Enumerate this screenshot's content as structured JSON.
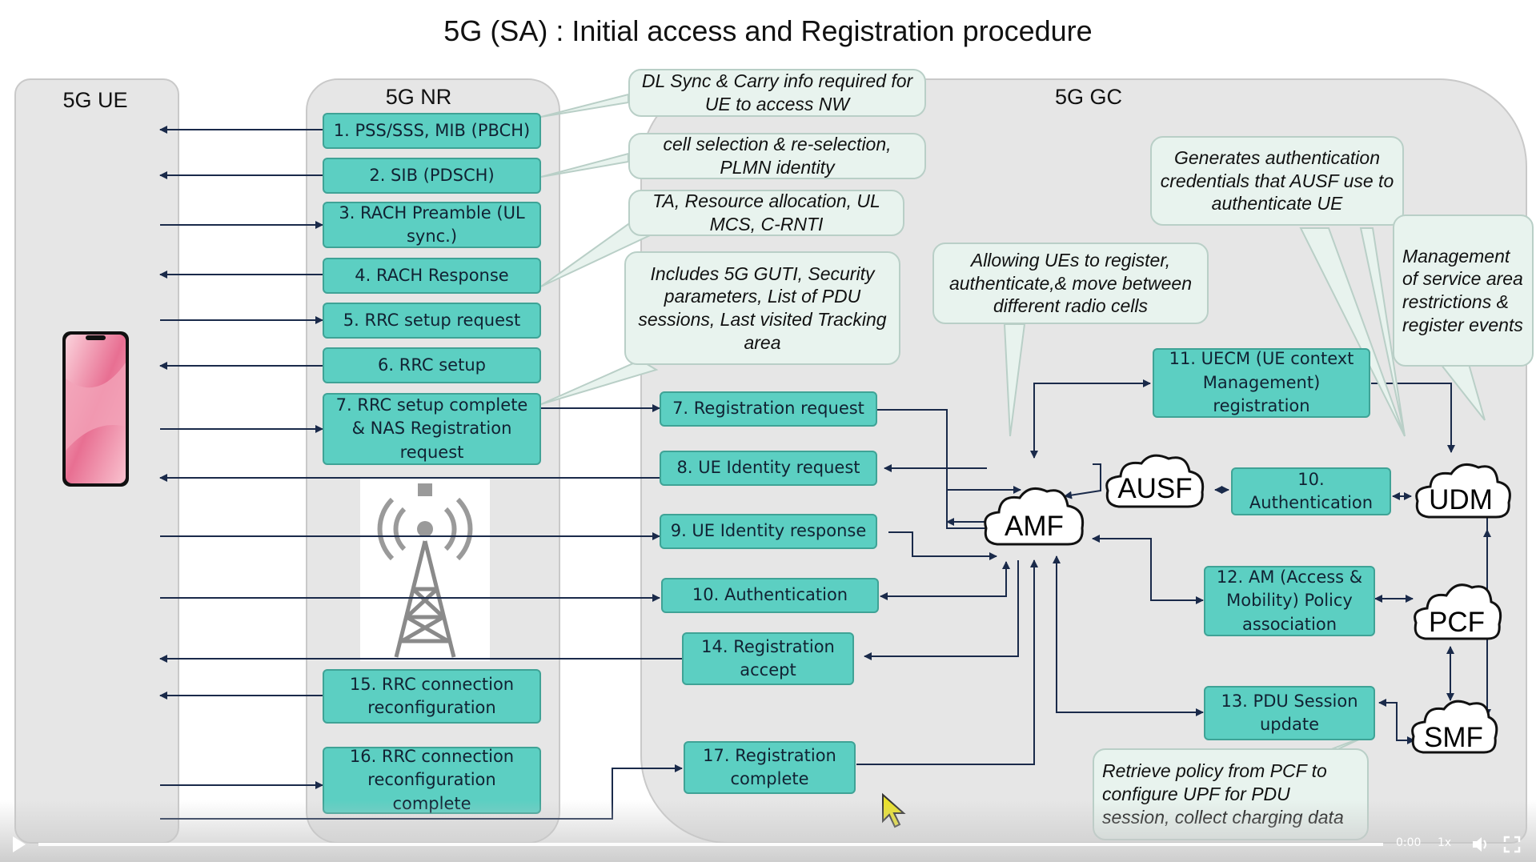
{
  "title": "5G (SA) : Initial access and Registration procedure",
  "lanes": {
    "ue": "5G UE",
    "nr": "5G NR",
    "gc": "5G GC"
  },
  "nr_steps": [
    "1. PSS/SSS, MIB (PBCH)",
    "2. SIB (PDSCH)",
    "3. RACH Preamble (UL sync.)",
    "4. RACH Response",
    "5. RRC setup request",
    "6. RRC setup",
    "7. RRC setup complete & NAS Registration request",
    "15. RRC connection reconfiguration",
    "16. RRC connection reconfiguration complete"
  ],
  "gc_steps": {
    "reg_request": "7. Registration request",
    "id_request": "8. UE Identity request",
    "id_response": "9. UE Identity response",
    "auth": "10. Authentication",
    "reg_accept": "14. Registration accept",
    "reg_complete": "17. Registration complete",
    "uecm": "11. UECM (UE context Management) registration",
    "auth_udm": "10. Authentication",
    "am_policy": "12. AM (Access & Mobility) Policy association",
    "pdu_update": "13. PDU Session update"
  },
  "functions": {
    "amf": "AMF",
    "ausf": "AUSF",
    "udm": "UDM",
    "pcf": "PCF",
    "smf": "SMF"
  },
  "notes": {
    "n1": "DL Sync & Carry info required for UE to access NW",
    "n2": "cell selection & re-selection, PLMN identity",
    "n3": "TA, Resource allocation, UL MCS, C-RNTI",
    "n4": "Includes 5G GUTI, Security parameters, List of PDU sessions, Last visited Tracking area",
    "n5": "Allowing UEs to register, authenticate,& move between different radio cells",
    "n6": "Generates authentication credentials that AUSF use to authenticate UE",
    "n7": "Management of service area restrictions & register events",
    "n8": "Retrieve policy from PCF to configure UPF for PDU session, collect charging data"
  },
  "player": {
    "time": "0:00",
    "speed": "1x"
  },
  "colors": {
    "box": "#5ccfc2",
    "box_border": "#3fa396",
    "lane": "#e6e6e6",
    "note": "#e8f3ee",
    "arrow": "#1a2a4a"
  },
  "icons": [
    "phone-image",
    "antenna-tower-icon",
    "play-icon",
    "volume-icon",
    "fullscreen-icon",
    "cursor-icon"
  ]
}
